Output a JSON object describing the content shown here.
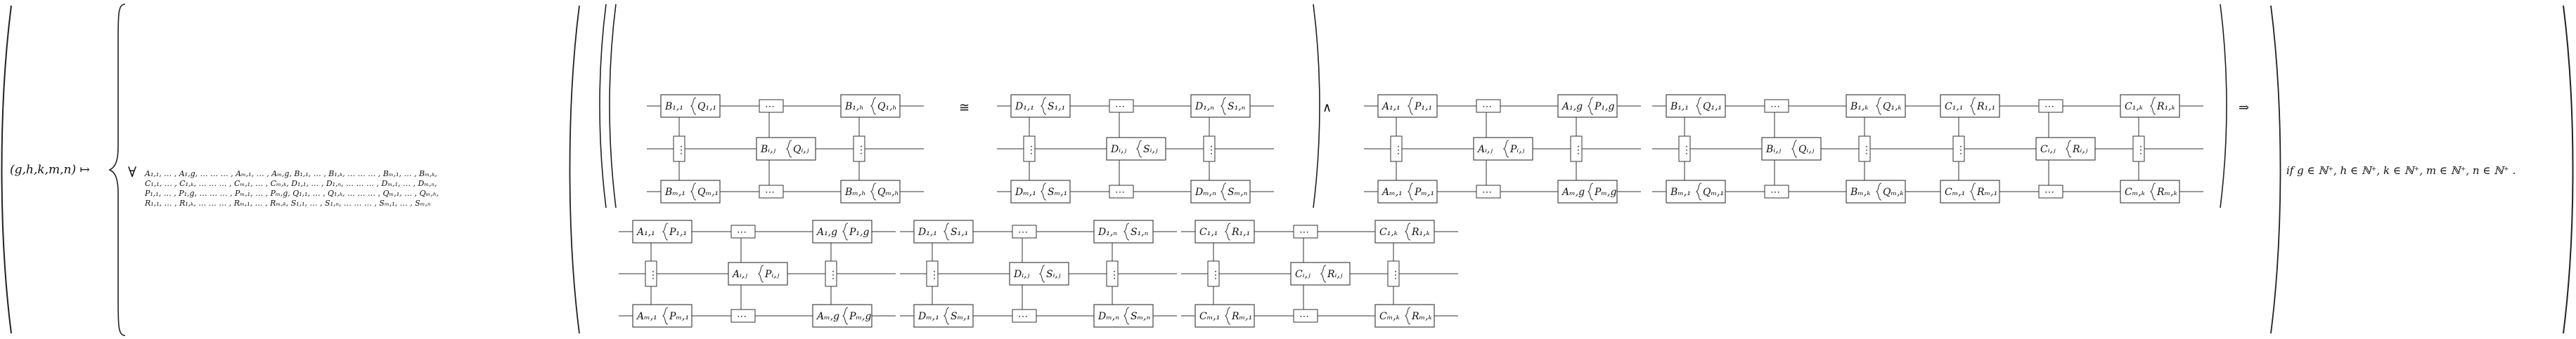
{
  "lhs": {
    "mapsto": "(g,h,k,m,n) ↦"
  },
  "quantifier": {
    "symbol": "∀",
    "lines": [
      "A₁,₁, … , A₁,g, … … … , Aₘ,₁, … , Aₘ,g, B₁,₁, … , B₁,ₖ, … … … , Bₘ,₁, … , Bₘ,ₖ,",
      "C₁,₁, … , C₁,ₖ, … … … , Cₘ,₁, … , Cₘ,ₖ, D₁,₁, … , D₁,ₙ, … … … , Dₘ,₁, … , Dₘ,ₙ,",
      "P₁,₁, … , P₁,g, … … … , Pₘ,₁, … , Pₘ,g, Q₁,₁, … , Q₁,ₖ, … … … , Qₘ,₁, … , Qₘ,ₕ,",
      "R₁,₁, … , R₁,ₖ, … … … , Rₘ,₁, … , Rₘ,ₖ, S₁,₁, … , S₁,ₙ, … … … , Sₘ,₁, … , Sₘ,ₙ"
    ]
  },
  "operators": {
    "iso": "≅",
    "wedge": "∧",
    "implies": "⇒"
  },
  "ellipsis": "⋯",
  "vdots": "⋮",
  "condition": "if g ∈ ℕ⁺, h ∈ ℕ⁺, k ∈ ℕ⁺, m ∈ ℕ⁺, n ∈ ℕ⁺ .",
  "networks": {
    "BQ": {
      "top": [
        [
          "B₁,₁",
          "Q₁,₁"
        ],
        [
          "B₁,ₕ",
          "Q₁,ₕ"
        ]
      ],
      "mid": [
        "Bᵢ,ⱼ",
        "Qᵢ,ⱼ"
      ],
      "bot": [
        [
          "Bₘ,₁",
          "Qₘ,₁"
        ],
        [
          "Bₘ,ₕ",
          "Qₘ,ₕ"
        ]
      ]
    },
    "DS": {
      "top": [
        [
          "D₁,₁",
          "S₁,₁"
        ],
        [
          "D₁,ₙ",
          "S₁,ₙ"
        ]
      ],
      "mid": [
        "Dᵢ,ⱼ",
        "Sᵢ,ⱼ"
      ],
      "bot": [
        [
          "Dₘ,₁",
          "Sₘ,₁"
        ],
        [
          "Dₘ,ₙ",
          "Sₘ,ₙ"
        ]
      ]
    },
    "AP": {
      "top": [
        [
          "A₁,₁",
          "P₁,₁"
        ],
        [
          "A₁,g",
          "P₁,g"
        ]
      ],
      "mid": [
        "Aᵢ,ⱼ",
        "Pᵢ,ⱼ"
      ],
      "bot": [
        [
          "Aₘ,₁",
          "Pₘ,₁"
        ],
        [
          "Aₘ,g",
          "Pₘ,g"
        ]
      ]
    },
    "BQk": {
      "top": [
        [
          "B₁,₁",
          "Q₁,₁"
        ],
        [
          "B₁,ₖ",
          "Q₁,ₖ"
        ]
      ],
      "mid": [
        "Bᵢ,ⱼ",
        "Qᵢ,ⱼ"
      ],
      "bot": [
        [
          "Bₘ,₁",
          "Qₘ,₁"
        ],
        [
          "Bₘ,ₖ",
          "Qₘ,ₖ"
        ]
      ]
    },
    "CR": {
      "top": [
        [
          "C₁,₁",
          "R₁,₁"
        ],
        [
          "C₁,ₖ",
          "R₁,ₖ"
        ]
      ],
      "mid": [
        "Cᵢ,ⱼ",
        "Rᵢ,ⱼ"
      ],
      "bot": [
        [
          "Cₘ,₁",
          "Rₘ,₁"
        ],
        [
          "Cₘ,ₖ",
          "Rₘ,ₖ"
        ]
      ]
    }
  }
}
